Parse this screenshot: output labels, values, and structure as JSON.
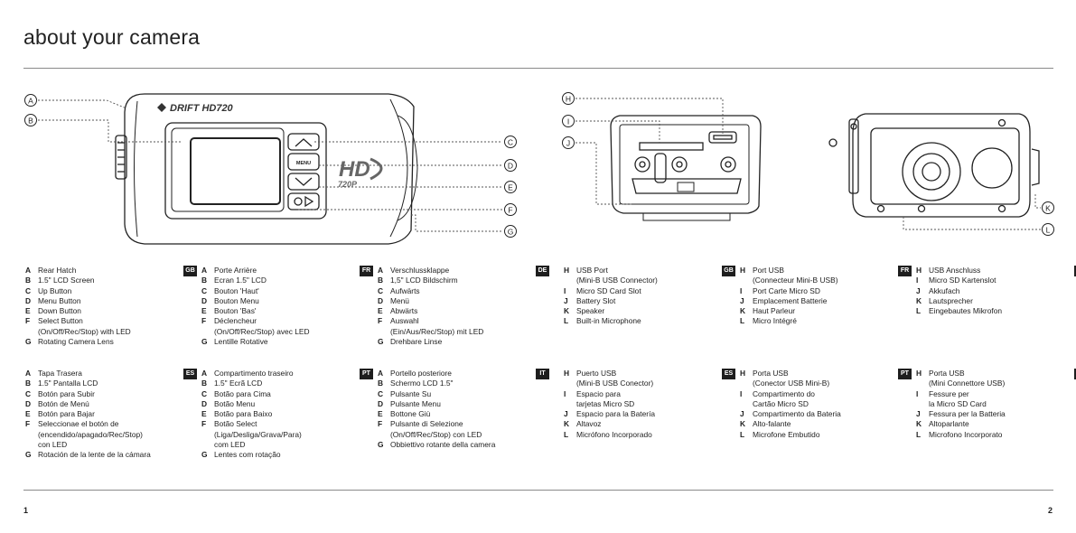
{
  "page": {
    "title": "about your camera",
    "left_page_number": "1",
    "right_page_number": "2"
  },
  "figures": {
    "front": {
      "brand": "DRIFT HD720",
      "menu_button_label": "MENU",
      "hd_badge": "HD",
      "hd_sub": "720P",
      "callouts": [
        "A",
        "B",
        "C",
        "D",
        "E",
        "F",
        "G"
      ]
    },
    "back": {
      "callouts": [
        "H",
        "I",
        "J"
      ]
    },
    "bottom": {
      "callouts": [
        "K",
        "L"
      ]
    }
  },
  "legends": {
    "gb1": {
      "lang": "GB",
      "items": [
        {
          "letter": "A",
          "text": "Rear Hatch"
        },
        {
          "letter": "B",
          "text": "1.5\" LCD Screen"
        },
        {
          "letter": "C",
          "text": "Up Button"
        },
        {
          "letter": "D",
          "text": "Menu Button"
        },
        {
          "letter": "E",
          "text": "Down Button"
        },
        {
          "letter": "F",
          "text": "Select Button\n(On/Off/Rec/Stop) with LED"
        },
        {
          "letter": "G",
          "text": "Rotating Camera Lens"
        }
      ]
    },
    "fr1": {
      "lang": "FR",
      "items": [
        {
          "letter": "A",
          "text": "Porte Arrière"
        },
        {
          "letter": "B",
          "text": "Ecran 1.5\" LCD"
        },
        {
          "letter": "C",
          "text": "Bouton 'Haut'"
        },
        {
          "letter": "D",
          "text": "Bouton Menu"
        },
        {
          "letter": "E",
          "text": "Bouton 'Bas'"
        },
        {
          "letter": "F",
          "text": "Déclencheur\n(On/Off/Rec/Stop) avec LED"
        },
        {
          "letter": "G",
          "text": "Lentille Rotative"
        }
      ]
    },
    "de1": {
      "lang": "DE",
      "items": [
        {
          "letter": "A",
          "text": "Verschlussklappe"
        },
        {
          "letter": "B",
          "text": "1,5\" LCD Bildschirm"
        },
        {
          "letter": "C",
          "text": "Aufwärts"
        },
        {
          "letter": "D",
          "text": "Menü"
        },
        {
          "letter": "E",
          "text": "Abwärts"
        },
        {
          "letter": "F",
          "text": "Auswahl\n(Ein/Aus/Rec/Stop) mit LED"
        },
        {
          "letter": "G",
          "text": "Drehbare Linse"
        }
      ]
    },
    "gb2": {
      "lang": "GB",
      "items": [
        {
          "letter": "H",
          "text": "USB Port\n(Mini-B USB Connector)"
        },
        {
          "letter": "I",
          "text": "Micro SD Card Slot"
        },
        {
          "letter": "J",
          "text": "Battery Slot"
        },
        {
          "letter": "K",
          "text": "Speaker"
        },
        {
          "letter": "L",
          "text": "Built-in Microphone"
        }
      ]
    },
    "fr2": {
      "lang": "FR",
      "items": [
        {
          "letter": "H",
          "text": "Port USB\n(Connecteur Mini-B USB)"
        },
        {
          "letter": "I",
          "text": "Port Carte Micro SD"
        },
        {
          "letter": "J",
          "text": "Emplacement Batterie"
        },
        {
          "letter": "K",
          "text": "Haut Parleur"
        },
        {
          "letter": "L",
          "text": "Micro Intégré"
        }
      ]
    },
    "de2": {
      "lang": "DE",
      "items": [
        {
          "letter": "H",
          "text": "USB Anschluss"
        },
        {
          "letter": "I",
          "text": "Micro SD Kartenslot"
        },
        {
          "letter": "J",
          "text": "Akkufach"
        },
        {
          "letter": "K",
          "text": "Lautsprecher"
        },
        {
          "letter": "L",
          "text": "Eingebautes Mikrofon"
        }
      ]
    },
    "es1": {
      "lang": "ES",
      "items": [
        {
          "letter": "A",
          "text": "Tapa Trasera"
        },
        {
          "letter": "B",
          "text": "1.5\" Pantalla LCD"
        },
        {
          "letter": "C",
          "text": "Botón para Subir"
        },
        {
          "letter": "D",
          "text": "Botón de Menú"
        },
        {
          "letter": "E",
          "text": "Botón para Bajar"
        },
        {
          "letter": "F",
          "text": "Seleccionae el botón de\n(encendido/apagado/Rec/Stop)\ncon LED"
        },
        {
          "letter": "G",
          "text": "Rotación de la lente de la cámara"
        }
      ]
    },
    "pt1": {
      "lang": "PT",
      "items": [
        {
          "letter": "A",
          "text": "Compartimento traseiro"
        },
        {
          "letter": "B",
          "text": "1.5\" Ecrã LCD"
        },
        {
          "letter": "C",
          "text": "Botão para Cima"
        },
        {
          "letter": "D",
          "text": "Botão Menu"
        },
        {
          "letter": "E",
          "text": "Botão para Baixo"
        },
        {
          "letter": "F",
          "text": "Botão Select\n(Liga/Desliga/Grava/Para)\ncom LED"
        },
        {
          "letter": "G",
          "text": "Lentes com rotação"
        }
      ]
    },
    "it1": {
      "lang": "IT",
      "items": [
        {
          "letter": "A",
          "text": "Portello posteriore"
        },
        {
          "letter": "B",
          "text": "Schermo LCD 1.5\""
        },
        {
          "letter": "C",
          "text": "Pulsante Su"
        },
        {
          "letter": "D",
          "text": "Pulsante Menu"
        },
        {
          "letter": "E",
          "text": "Bottone Giù"
        },
        {
          "letter": "F",
          "text": "Pulsante di Selezione\n(On/Off/Rec/Stop) con LED"
        },
        {
          "letter": "G",
          "text": "Obbiettivo rotante della camera"
        }
      ]
    },
    "es2": {
      "lang": "ES",
      "items": [
        {
          "letter": "H",
          "text": "Puerto USB\n(Mini-B USB Conector)"
        },
        {
          "letter": "I",
          "text": "Espacio para\ntarjetas Micro SD"
        },
        {
          "letter": "J",
          "text": "Espacio para la Batería"
        },
        {
          "letter": "K",
          "text": "Altavoz"
        },
        {
          "letter": "L",
          "text": "Micrófono Incorporado"
        }
      ]
    },
    "pt2": {
      "lang": "PT",
      "items": [
        {
          "letter": "H",
          "text": "Porta USB\n(Conector USB Mini-B)"
        },
        {
          "letter": "I",
          "text": "Compartimento do\nCartão Micro SD"
        },
        {
          "letter": "J",
          "text": "Compartimento da Bateria"
        },
        {
          "letter": "K",
          "text": "Alto-falante"
        },
        {
          "letter": "L",
          "text": "Microfone Embutido"
        }
      ]
    },
    "it2": {
      "lang": "IT",
      "items": [
        {
          "letter": "H",
          "text": "Porta USB\n(Mini Connettore USB)"
        },
        {
          "letter": "I",
          "text": "Fessure per\nla Micro SD Card"
        },
        {
          "letter": "J",
          "text": "Fessura per la Batteria"
        },
        {
          "letter": "K",
          "text": "Altoparlante"
        },
        {
          "letter": "L",
          "text": "Microfono Incorporato"
        }
      ]
    }
  }
}
